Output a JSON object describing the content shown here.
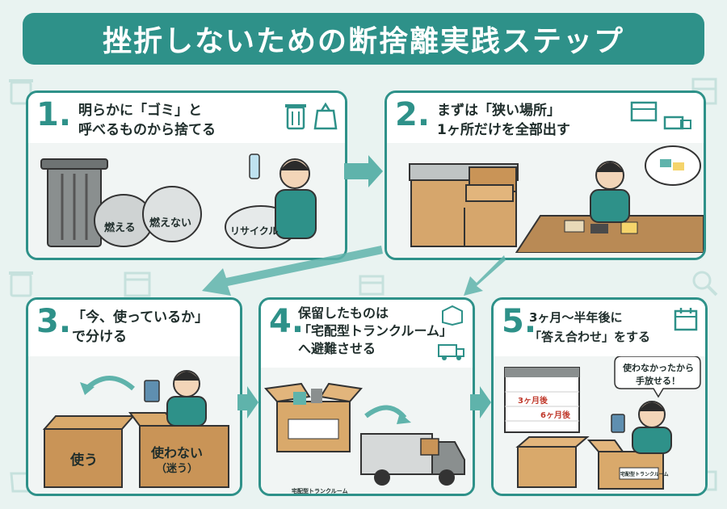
{
  "title": "挫折しないための断捨離実践ステップ",
  "steps": [
    {
      "num": "1.",
      "line1": "明らかに「ゴミ」と",
      "line2": "呼べるものから捨てる",
      "labels": {
        "bag1": "燃える",
        "bag2": "燃えない",
        "bag3": "リサイクル"
      }
    },
    {
      "num": "2.",
      "line1": "まずは「狭い場所」",
      "line2": "1ヶ所だけを全部出す"
    },
    {
      "num": "3.",
      "line1": "「今、使っているか」",
      "line2": "で分ける",
      "labels": {
        "box1": "使う",
        "box2": "使わない",
        "box2sub": "（迷う）"
      }
    },
    {
      "num": "4.",
      "line1": "保留したものは",
      "line2": "「宅配型トランクルーム」",
      "line3": "へ避難させる",
      "labels": {
        "boxlabel": "宅配型トランクルーム"
      }
    },
    {
      "num": "5.",
      "line1": "3ヶ月〜半年後に",
      "line2": "「答え合わせ」をする",
      "labels": {
        "cal1": "3ヶ月後",
        "cal2": "6ヶ月後",
        "bubble1": "使わなかったから",
        "bubble2": "手放せる！",
        "boxlabel": "宅配型トランクルーム"
      }
    }
  ],
  "colors": {
    "accent": "#2e9189",
    "card_bg": "#ffffff",
    "page_bg": "#e9f3f1"
  }
}
